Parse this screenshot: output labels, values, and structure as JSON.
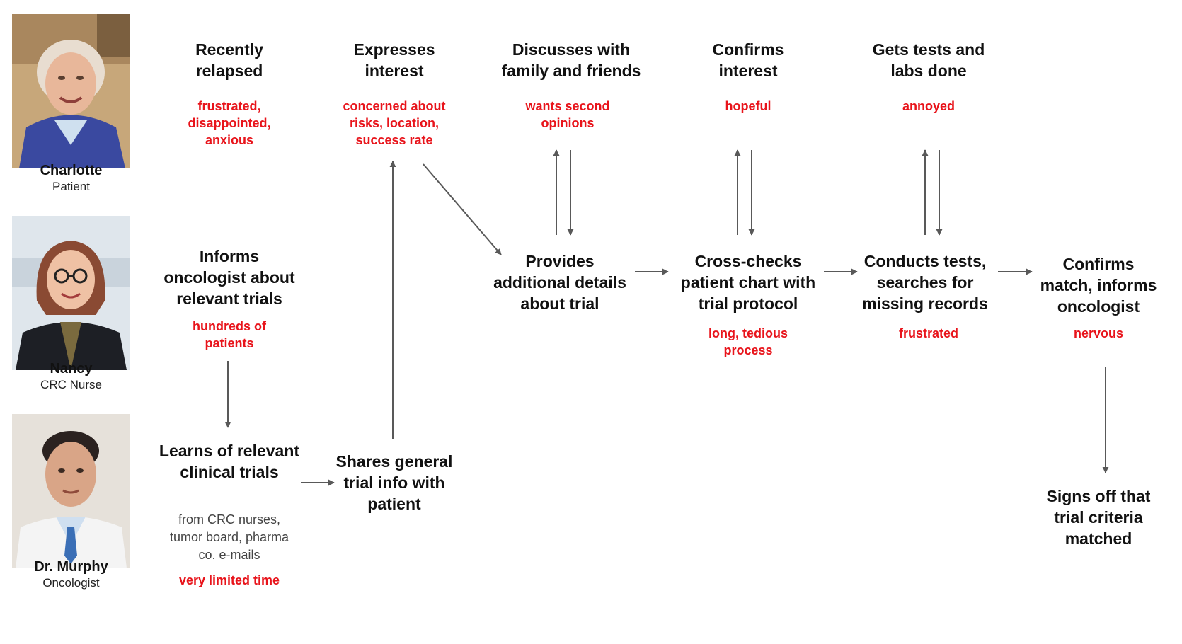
{
  "personas": [
    {
      "name": "Charlotte",
      "role": "Patient"
    },
    {
      "name": "Nancy",
      "role": "CRC Nurse"
    },
    {
      "name": "Dr. Murphy",
      "role": "Oncologist"
    }
  ],
  "patient_steps": [
    {
      "title": "Recently relapsed",
      "emotion": "frustrated, disappointed, anxious"
    },
    {
      "title": "Expresses interest",
      "emotion": "concerned about risks, location, success rate"
    },
    {
      "title": "Discusses with family and friends",
      "emotion": "wants second opinions"
    },
    {
      "title": "Confirms interest",
      "emotion": "hopeful"
    },
    {
      "title": "Gets tests and labs done",
      "emotion": "annoyed"
    }
  ],
  "nurse_steps": [
    {
      "title": "Informs oncologist about relevant trials",
      "emotion": "hundreds of patients"
    },
    {
      "title": "Provides additional details about trial",
      "emotion": ""
    },
    {
      "title": "Cross-checks patient chart with trial protocol",
      "emotion": "long, tedious process"
    },
    {
      "title": "Conducts tests, searches for missing records",
      "emotion": "frustrated"
    },
    {
      "title": "Confirms match, informs oncologist",
      "emotion": "nervous"
    }
  ],
  "oncologist_steps": [
    {
      "title": "Learns of relevant clinical trials",
      "note": "from CRC nurses, tumor board, pharma co. e-mails",
      "emotion": "very limited time"
    },
    {
      "title": "Shares general trial info with patient",
      "note": "",
      "emotion": ""
    },
    {
      "title": "Signs off that trial criteria matched",
      "note": "",
      "emotion": ""
    }
  ],
  "colors": {
    "emotion": "#e8141b",
    "arrow": "#595959",
    "text": "#111111"
  }
}
